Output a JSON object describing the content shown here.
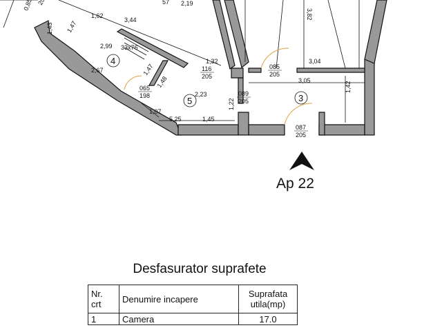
{
  "plan": {
    "apartment_label": "Ap 22",
    "room_numbers": [
      "4",
      "5",
      "3"
    ],
    "dimensions": {
      "d085_top": "0,85",
      "d20_top": "20",
      "d143": "1,43",
      "d162": "1,62",
      "d344": "3,44",
      "d157": "57",
      "d219": "2,19",
      "d382": "3,82",
      "d147a": "1,47",
      "d299": "2,99",
      "d33x76": "33x76",
      "d132": "1,32",
      "d304": "3,04",
      "d267": "2,67",
      "d147b": "1,47",
      "d148": "1,48",
      "d223": "2,23",
      "d305": "3,05",
      "d142": "1,42",
      "d107": "1,07",
      "d145": "1,45",
      "d525": "5,25",
      "d122": "1,22"
    },
    "doors": {
      "door_085": {
        "width": "085",
        "height": "205"
      },
      "door_116": {
        "width": "116",
        "height": "205"
      },
      "door_065": {
        "width": "065",
        "height": "198"
      },
      "door_089": {
        "width": "089",
        "height": "205"
      },
      "door_087": {
        "width": "087",
        "height": "205"
      }
    }
  },
  "table": {
    "title": "Desfasurator suprafete",
    "headers": {
      "nr": "Nr.\ncrt",
      "name": "Denumire incapere",
      "area": "Suprafata\nutila(mp)"
    },
    "rows": [
      {
        "nr": "1",
        "name": "Camera",
        "area": "17.0"
      }
    ]
  }
}
